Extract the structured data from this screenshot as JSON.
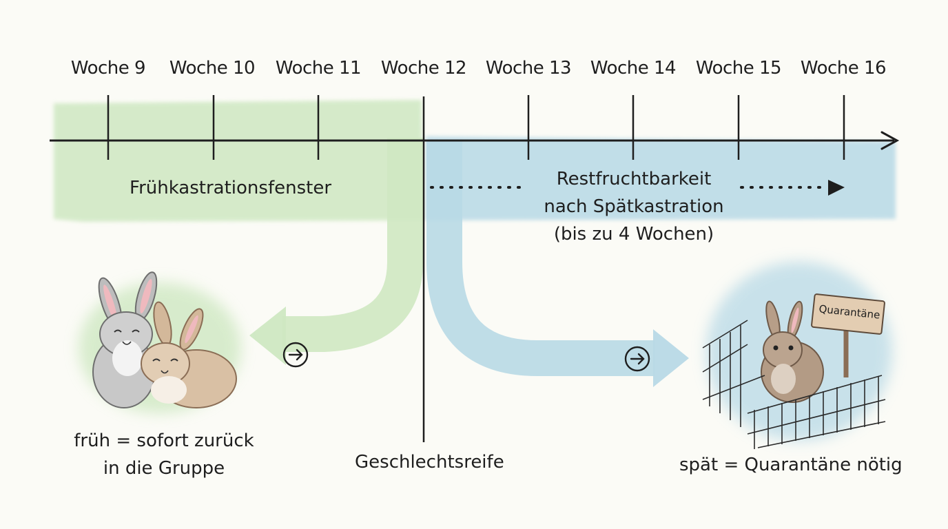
{
  "timeline": {
    "weeks": [
      "Woche 9",
      "Woche 10",
      "Woche 11",
      "Woche 12",
      "Woche 13",
      "Woche 14",
      "Woche 15",
      "Woche 16"
    ]
  },
  "early_window": {
    "label": "Frühkastrationsfenster"
  },
  "late_fertility": {
    "line1": "Restfruchtbarkeit",
    "line2": "nach Spätkastration",
    "line3": "(bis zu 4 Wochen)"
  },
  "maturity": {
    "label": "Geschlechtsreife"
  },
  "early_outcome": {
    "line1": "früh = sofort zurück",
    "line2": "in die Gruppe"
  },
  "late_outcome": {
    "label": "spät = Quarantäne nötig"
  },
  "sign": {
    "label": "Quarantäne"
  },
  "colors": {
    "green": "#cfe8c2",
    "blue": "#b8d9e6",
    "ink": "#1e1e1e"
  },
  "icons": [
    "arrow-circle-icon",
    "bunny-pair-illustration",
    "bunny-quarantine-illustration"
  ]
}
